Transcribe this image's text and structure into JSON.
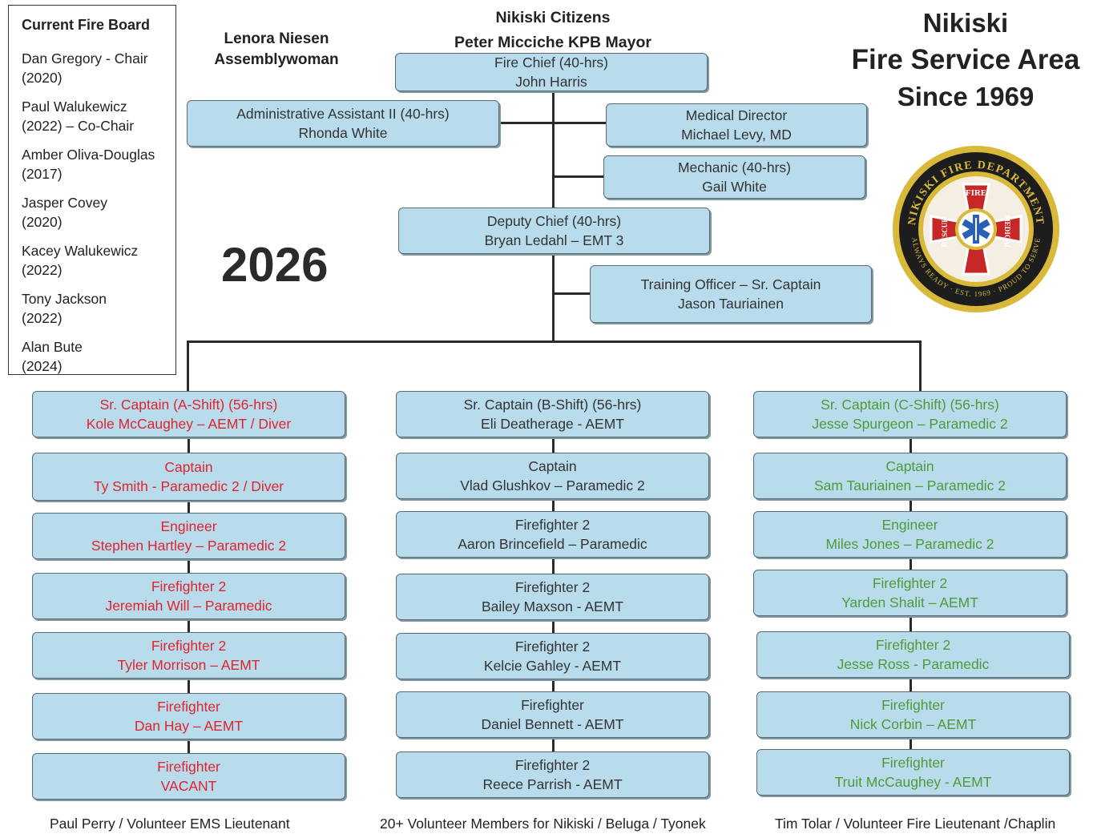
{
  "board": {
    "title": "Current Fire Board",
    "members": [
      {
        "name": "Dan Gregory - Chair",
        "detail": "(2020)"
      },
      {
        "name": "Paul Walukewicz",
        "detail": "(2022) – Co-Chair"
      },
      {
        "name": "Amber Oliva-Douglas",
        "detail": "(2017)"
      },
      {
        "name": "Jasper Covey",
        "detail": "(2020)"
      },
      {
        "name": "Kacey Walukewicz",
        "detail": "(2022)"
      },
      {
        "name": "Tony Jackson",
        "detail": "(2022)"
      },
      {
        "name": "Alan Bute",
        "detail": "(2024)"
      }
    ]
  },
  "top": {
    "citizens": "Nikiski Citizens",
    "mayor": "Peter Micciche KPB Mayor",
    "assembly_name": "Lenora Niesen",
    "assembly_title": "Assemblywoman"
  },
  "header": {
    "line1": "Nikiski",
    "line2": "Fire Service Area",
    "line3": "Since 1969"
  },
  "year": "2026",
  "logo": {
    "icon": "nikiski-fire-department-seal",
    "top_text": "NIKISKI FIRE DEPARTMENT",
    "bottom_text": "ALWAYS READY · EST. 1969 · PROUD TO SERVE",
    "words": [
      "FIRE",
      "RESCUE",
      "MEDICAL"
    ]
  },
  "command": {
    "chief": {
      "line1": "Fire Chief  (40-hrs)",
      "line2": "John Harris"
    },
    "admin": {
      "line1": "Administrative Assistant II (40-hrs)",
      "line2": "Rhonda White"
    },
    "medical": {
      "line1": "Medical Director",
      "line2": "Michael Levy, MD"
    },
    "mechanic": {
      "line1": "Mechanic (40-hrs)",
      "line2": "Gail White"
    },
    "deputy": {
      "line1": "Deputy Chief (40-hrs)",
      "line2": "Bryan Ledahl – EMT 3"
    },
    "training": {
      "line1": "Training Officer – Sr. Captain",
      "line2": "Jason Tauriainen"
    }
  },
  "shifts": [
    {
      "color": "#e0232e",
      "members": [
        {
          "line1": "Sr. Captain  (A-Shift) (56-hrs)",
          "line2": "Kole McCaughey – AEMT / Diver"
        },
        {
          "line1": "Captain",
          "line2": "Ty Smith - Paramedic 2 / Diver"
        },
        {
          "line1": "Engineer",
          "line2": "Stephen Hartley – Paramedic 2"
        },
        {
          "line1": "Firefighter 2",
          "line2": "Jeremiah Will – Paramedic"
        },
        {
          "line1": "Firefighter 2",
          "line2": "Tyler Morrison – AEMT"
        },
        {
          "line1": "Firefighter",
          "line2": "Dan Hay – AEMT"
        },
        {
          "line1": "Firefighter",
          "line2": "VACANT"
        }
      ],
      "footer": "Paul Perry / Volunteer EMS Lieutenant"
    },
    {
      "color": "#333333",
      "members": [
        {
          "line1": "Sr. Captain (B-Shift) (56-hrs)",
          "line2": "Eli Deatherage - AEMT"
        },
        {
          "line1": "Captain",
          "line2": "Vlad Glushkov – Paramedic 2"
        },
        {
          "line1": "Firefighter 2",
          "line2": "Aaron Brincefield – Paramedic"
        },
        {
          "line1": "Firefighter 2",
          "line2": "Bailey Maxson - AEMT"
        },
        {
          "line1": "Firefighter 2",
          "line2": "Kelcie Gahley - AEMT"
        },
        {
          "line1": "Firefighter",
          "line2": "Daniel Bennett - AEMT"
        },
        {
          "line1": "Firefighter 2",
          "line2": "Reece Parrish - AEMT"
        }
      ],
      "footer": "20+ Volunteer Members for Nikiski / Beluga / Tyonek"
    },
    {
      "color": "#4f9a38",
      "members": [
        {
          "line1": "Sr. Captain (C-Shift) (56-hrs)",
          "line2": "Jesse Spurgeon – Paramedic 2"
        },
        {
          "line1": "Captain",
          "line2": "Sam Tauriainen – Paramedic 2"
        },
        {
          "line1": "Engineer",
          "line2": "Miles Jones – Paramedic 2"
        },
        {
          "line1": "Firefighter 2",
          "line2": "Yarden Shalit – AEMT"
        },
        {
          "line1": "Firefighter 2",
          "line2": "Jesse Ross - Paramedic"
        },
        {
          "line1": "Firefighter",
          "line2": "Nick Corbin – AEMT"
        },
        {
          "line1": "Firefighter",
          "line2": "Truit McCaughey - AEMT"
        }
      ],
      "footer": "Tim Tolar / Volunteer  Fire Lieutenant /Chaplin"
    }
  ]
}
